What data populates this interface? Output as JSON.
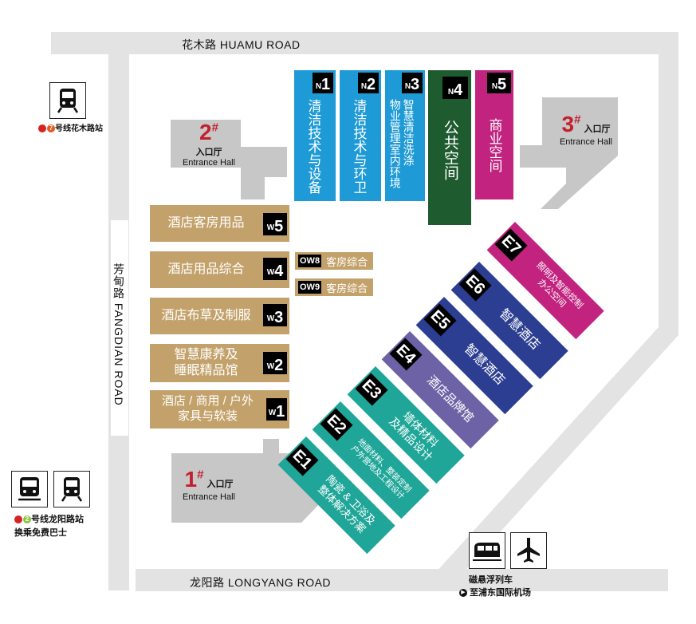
{
  "roads": {
    "north": "花木路  HUAMU ROAD",
    "south": "龙阳路  LONGYANG ROAD",
    "west": "芳甸路 FANGDIAN ROAD"
  },
  "entrances": [
    {
      "num": "1",
      "sup": "#",
      "zh": "入口厅",
      "en": "Entrance Hall"
    },
    {
      "num": "2",
      "sup": "#",
      "zh": "入口厅",
      "en": "Entrance Hall"
    },
    {
      "num": "3",
      "sup": "#",
      "zh": "入口厅",
      "en": "Entrance Hall"
    }
  ],
  "north_halls": [
    {
      "prefix": "N",
      "num": "1",
      "label": "清洁技术与设备",
      "color": "#1e9ad6"
    },
    {
      "prefix": "N",
      "num": "2",
      "label": "清洁技术与环卫",
      "color": "#1e9ad6"
    },
    {
      "prefix": "N",
      "num": "3",
      "label": "智慧清洁洗涤\n物业管理室内环境",
      "color": "#1e9ad6"
    },
    {
      "prefix": "N",
      "num": "4",
      "label": "公共空间",
      "color": "#1e5b2f"
    },
    {
      "prefix": "N",
      "num": "5",
      "label": "商业空间",
      "color": "#c2237f"
    }
  ],
  "west_halls": [
    {
      "prefix": "W",
      "num": "5",
      "label": "酒店客房用品"
    },
    {
      "prefix": "W",
      "num": "4",
      "label": "酒店用品综合"
    },
    {
      "prefix": "W",
      "num": "3",
      "label": "酒店布草及制服"
    },
    {
      "prefix": "W",
      "num": "2",
      "label": "智慧康养及\n睡眠精品馆"
    },
    {
      "prefix": "W",
      "num": "1",
      "label": "酒店 / 商用 / 户外\n家具与软装"
    }
  ],
  "ow_halls": [
    {
      "prefix": "OW",
      "num": "8",
      "label": "客房综合"
    },
    {
      "prefix": "OW",
      "num": "9",
      "label": "客房综合"
    }
  ],
  "east_halls": [
    {
      "prefix": "E",
      "num": "1",
      "label": "陶瓷 & 卫浴及\n整体解决方案",
      "color": "#1fa698"
    },
    {
      "prefix": "E",
      "num": "2",
      "label": "地面材料、整装定制\n户外营地及工程设计",
      "color": "#1fa698"
    },
    {
      "prefix": "E",
      "num": "3",
      "label": "墙体材料\n及精品设计",
      "color": "#1fa698"
    },
    {
      "prefix": "E",
      "num": "4",
      "label": "酒店品牌馆",
      "color": "#6d62a6"
    },
    {
      "prefix": "E",
      "num": "5",
      "label": "智慧酒店",
      "color": "#2c3e91"
    },
    {
      "prefix": "E",
      "num": "6",
      "label": "智慧酒店",
      "color": "#2c3e91"
    },
    {
      "prefix": "E",
      "num": "7",
      "label": "照明及智能控制\n办公空间",
      "color": "#c2237f"
    }
  ],
  "transport": {
    "huamu_station": "号线花木路站",
    "huamu_line": "7",
    "longyang_station": "号线龙阳路站",
    "longyang_line": "2",
    "shuttle": "换乘免费巴士",
    "maglev": "磁悬浮列车",
    "airport": "至浦东国际机场"
  }
}
